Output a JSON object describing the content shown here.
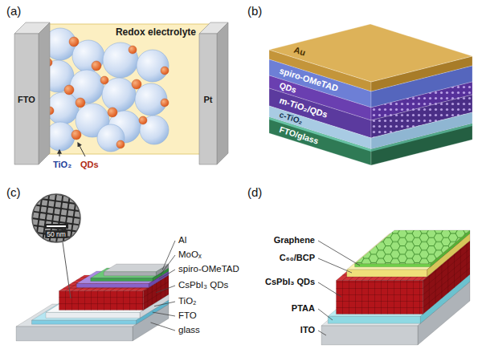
{
  "diagram": {
    "labels": [
      "(a)",
      "(b)",
      "Redox electrolyte",
      "FTO",
      "Pt",
      "TiO₂",
      "QDs",
      "Au",
      "spiro-OMeTAD",
      "QDs",
      "m-TiO₂/QDs",
      "c-TiO₂",
      "FTO/glass",
      "(c)",
      "(d)",
      "Al",
      "MoOₓ",
      "spiro-OMeTAD",
      "CsPbI₃ QDs",
      "TiO₂",
      "FTO",
      "glass",
      "50 nm",
      "Graphene",
      "C₆₀/BCP",
      "CsPbI₃ QDs",
      "PTAA",
      "ITO"
    ]
  }
}
